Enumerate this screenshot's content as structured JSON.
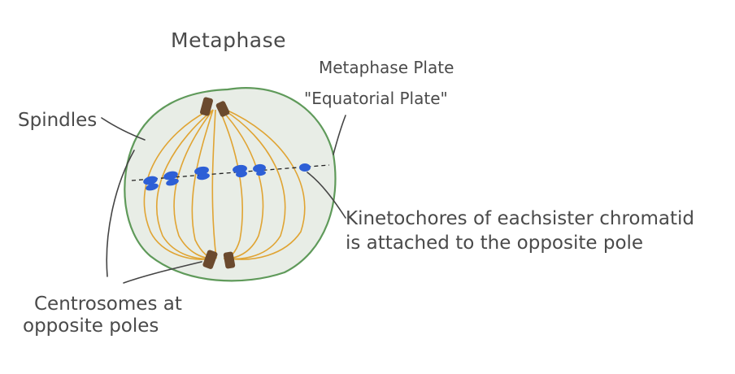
{
  "title": "Metaphase",
  "labels": {
    "plate_line1": "Metaphase Plate",
    "plate_line2": "\"Equatorial Plate\"",
    "spindles": "Spindles",
    "kinetochores_line1": "Kinetochores of eachsister chromatid",
    "kinetochores_line2": "is attached to the opposite pole",
    "centrosomes_line1": "Centrosomes at",
    "centrosomes_line2": "opposite poles"
  },
  "colors": {
    "cell_fill": "#e8ede6",
    "cell_outline": "#5f9a5a",
    "spindle_fiber": "#e0a433",
    "chromosome": "#2d5fd6",
    "centrosome": "#6b4a2e",
    "ink": "#4a4a4a"
  }
}
